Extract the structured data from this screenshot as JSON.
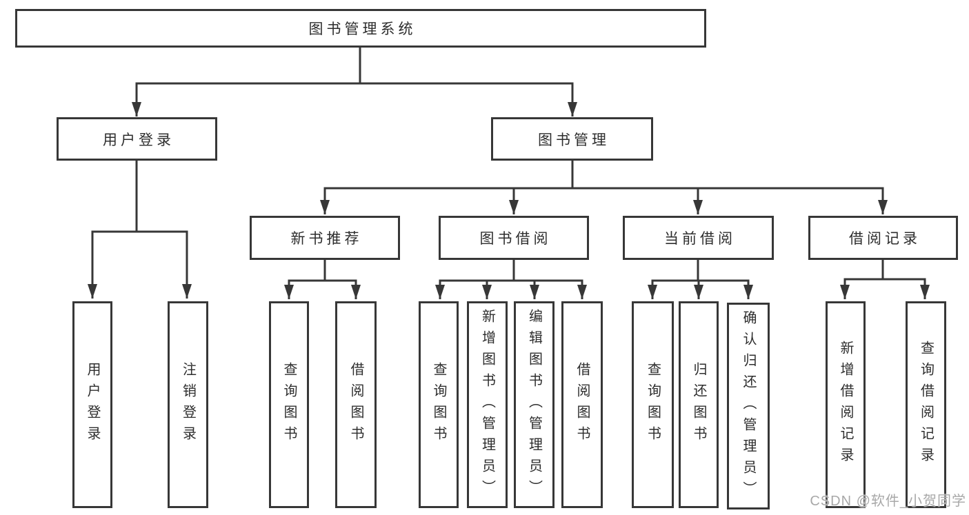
{
  "tree": {
    "root": "图书管理系统",
    "branches": [
      {
        "label": "用户登录",
        "children": [
          "用户登录",
          "注销登录"
        ]
      },
      {
        "label": "图书管理",
        "sections": [
          {
            "label": "新书推荐",
            "children": [
              "查询图书",
              "借阅图书"
            ]
          },
          {
            "label": "图书借阅",
            "children": [
              "查询图书",
              "新增图书（管理员）",
              "编辑图书（管理员）",
              "借阅图书"
            ]
          },
          {
            "label": "当前借阅",
            "children": [
              "查询图书",
              "归还图书",
              "确认归还（管理员）"
            ]
          },
          {
            "label": "借阅记录",
            "children": [
              "新增借阅记录",
              "查询借阅记录"
            ]
          }
        ]
      }
    ]
  },
  "watermark": {
    "text": "CSDN @软件_小贺同学",
    "color": "#a8a8a8"
  },
  "colors": {
    "line": "#373737",
    "text": "#2d2d2d",
    "background": "#ffffff"
  }
}
